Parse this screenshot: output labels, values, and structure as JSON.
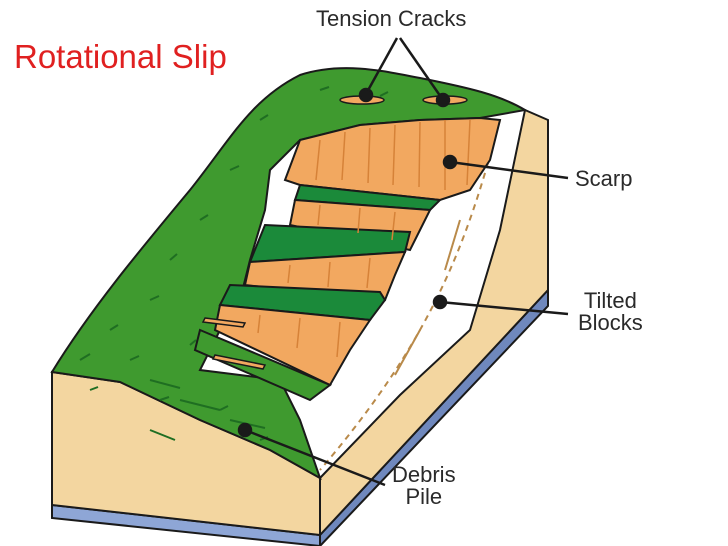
{
  "title": {
    "text": "Rotational Slip",
    "color": "#e02020"
  },
  "labels": {
    "tension_cracks": "Tension Cracks",
    "scarp": "Scarp",
    "tilted_blocks_line1": "Tilted",
    "tilted_blocks_line2": "Blocks",
    "debris_pile_line1": "Debris",
    "debris_pile_line2": "Pile"
  },
  "colors": {
    "grass": "#3f9a2f",
    "grass_dark": "#1f6e22",
    "ledge": "#1b8a3a",
    "scarp": "#f2a860",
    "scarp_dark": "#d68238",
    "soil": "#f3d6a0",
    "soil_dark": "#e2bc7c",
    "bedrock": "#8ea6d6",
    "bedrock_dark": "#6f88bd",
    "outline": "#1a1a1a"
  }
}
